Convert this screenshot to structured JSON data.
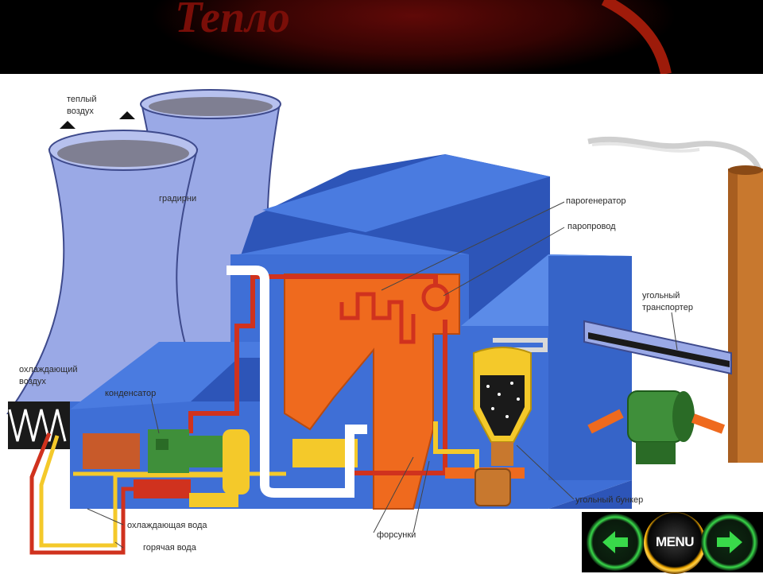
{
  "header": {
    "title_fragment": "Тепло"
  },
  "labels": {
    "warm_air": [
      "теплый",
      "воздух"
    ],
    "cooling_towers": "градирни",
    "cooling_air": [
      "охлаждающий",
      "воздух"
    ],
    "condenser": "конденсатор",
    "steam_generator": "парогенератор",
    "steam_pipe": "паропровод",
    "coal_conveyor": [
      "угольный",
      "транспортер"
    ],
    "coal_bunker": "угольный бункер",
    "cooling_water": "охлаждающая вода",
    "hot_water": "горячая вода",
    "burners": "форсунки"
  },
  "nav": {
    "prev_icon": "arrow-left-icon",
    "menu_label": "MENU",
    "next_icon": "arrow-right-icon"
  },
  "colors": {
    "building": "#3f6fd6",
    "building_dark": "#2d55b8",
    "tower": "#9aa9e6",
    "boiler": "#ef6a1e",
    "pipe_red": "#d0321e",
    "pipe_yellow": "#f4c92a",
    "condenser": "#3f8f3a",
    "chimney": "#c8782e",
    "nav_green": "#39d94a",
    "nav_gold": "#f0a800"
  }
}
